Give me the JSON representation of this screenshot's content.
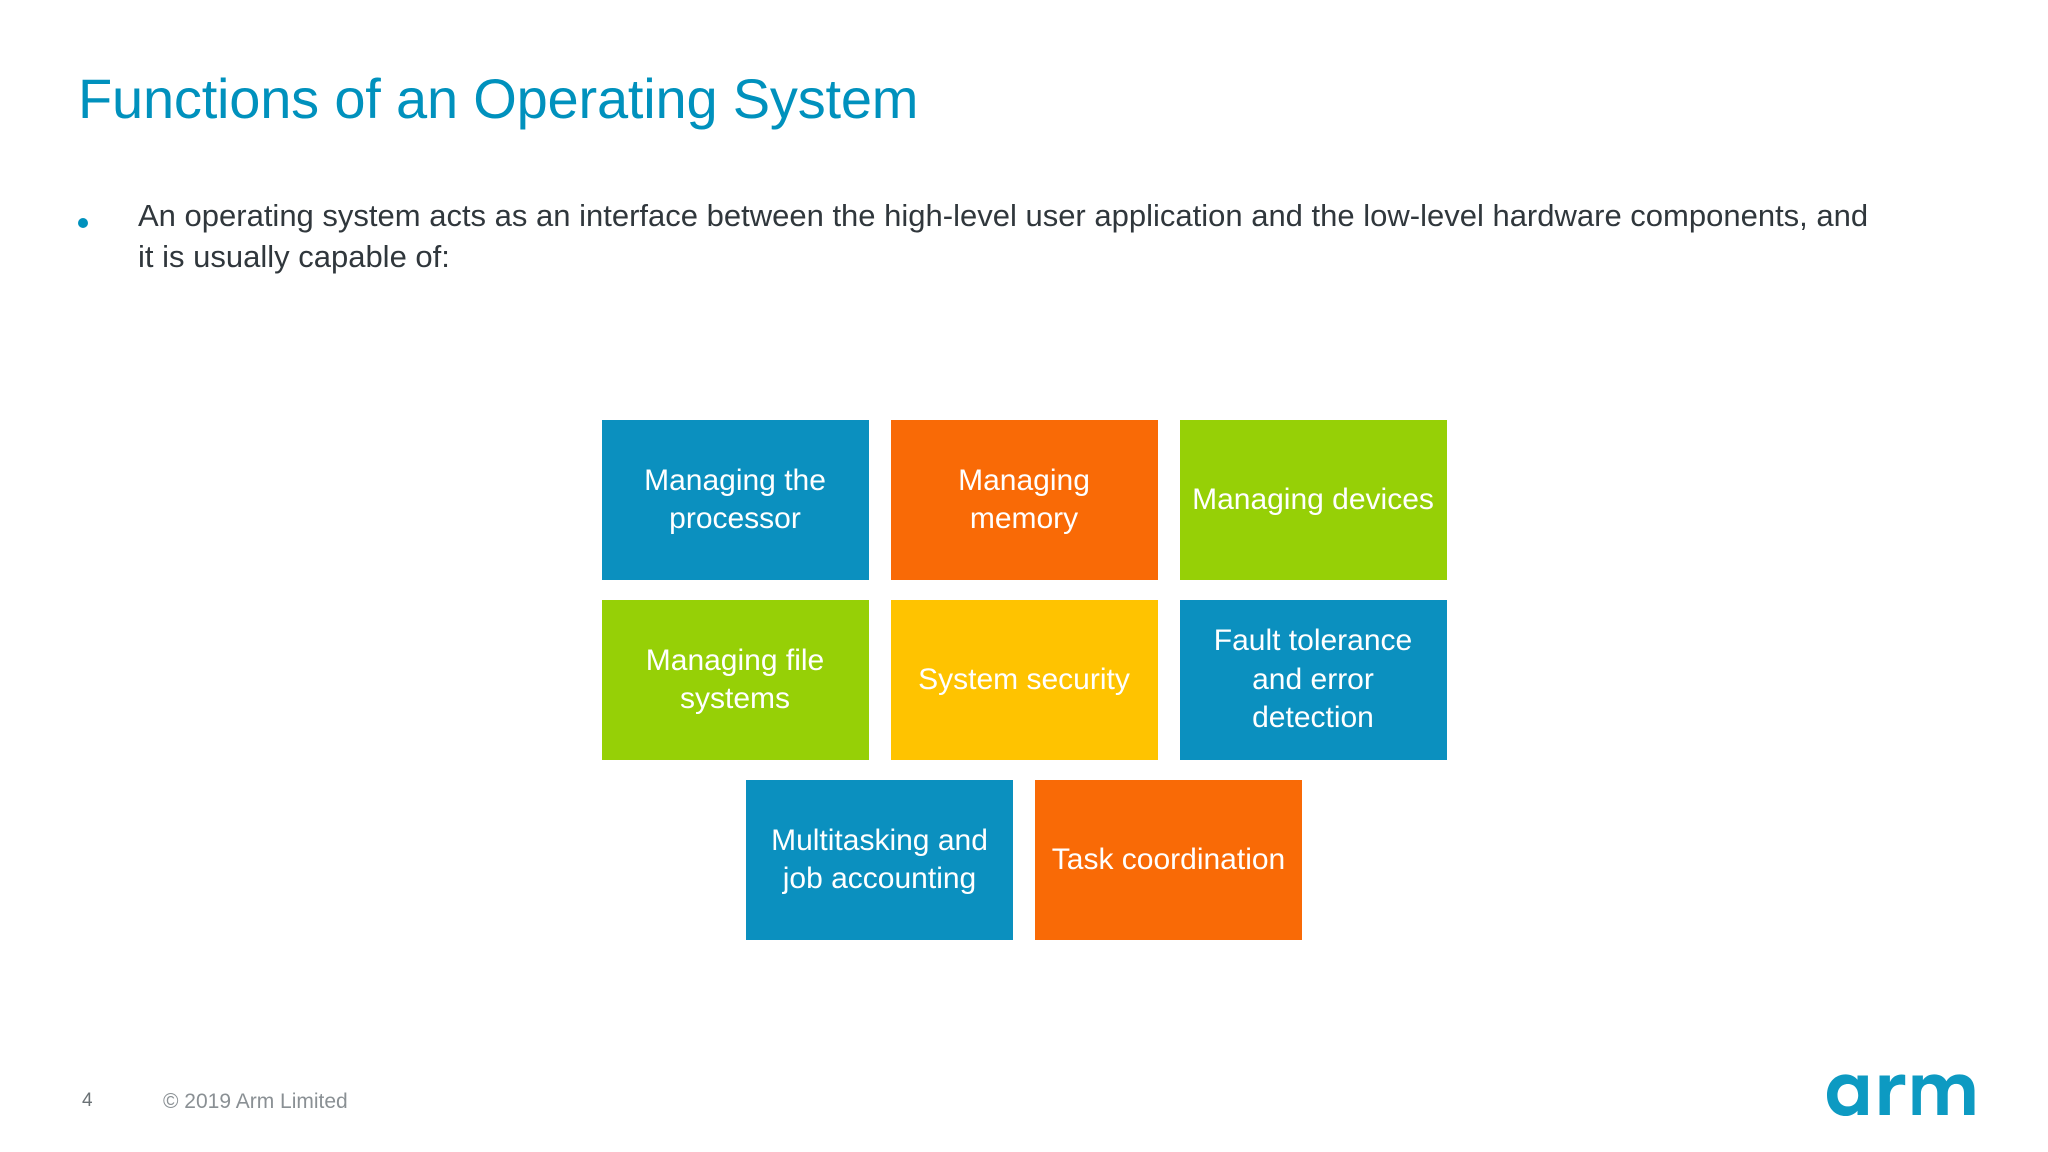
{
  "slide": {
    "title": "Functions of an Operating System",
    "bullet": "An operating system acts as an interface between the high-level user application and the low-level hardware components, and it is usually capable of:",
    "colors": {
      "title_teal": "#0091bd",
      "body_text": "#30373c",
      "box_blue": "#0b90bf",
      "box_orange": "#f96a06",
      "box_green": "#96d006",
      "box_yellow": "#ffc300",
      "footer_gray": "#8a9094",
      "logo_teal": "#0d9ac2"
    },
    "boxes": {
      "row1": [
        {
          "label": "Managing the processor",
          "color": "blue"
        },
        {
          "label": "Managing memory",
          "color": "orange"
        },
        {
          "label": "Managing devices",
          "color": "green"
        }
      ],
      "row2": [
        {
          "label": "Managing file systems",
          "color": "green"
        },
        {
          "label": "System security",
          "color": "yellow"
        },
        {
          "label": "Fault tolerance and error detection",
          "color": "blue"
        }
      ],
      "row3": [
        {
          "label": "Multitasking and job accounting",
          "color": "blue"
        },
        {
          "label": "Task coordination",
          "color": "orange"
        }
      ]
    },
    "footer": {
      "page_number": "4",
      "copyright": "© 2019 Arm Limited",
      "logo_text": "arm"
    }
  }
}
